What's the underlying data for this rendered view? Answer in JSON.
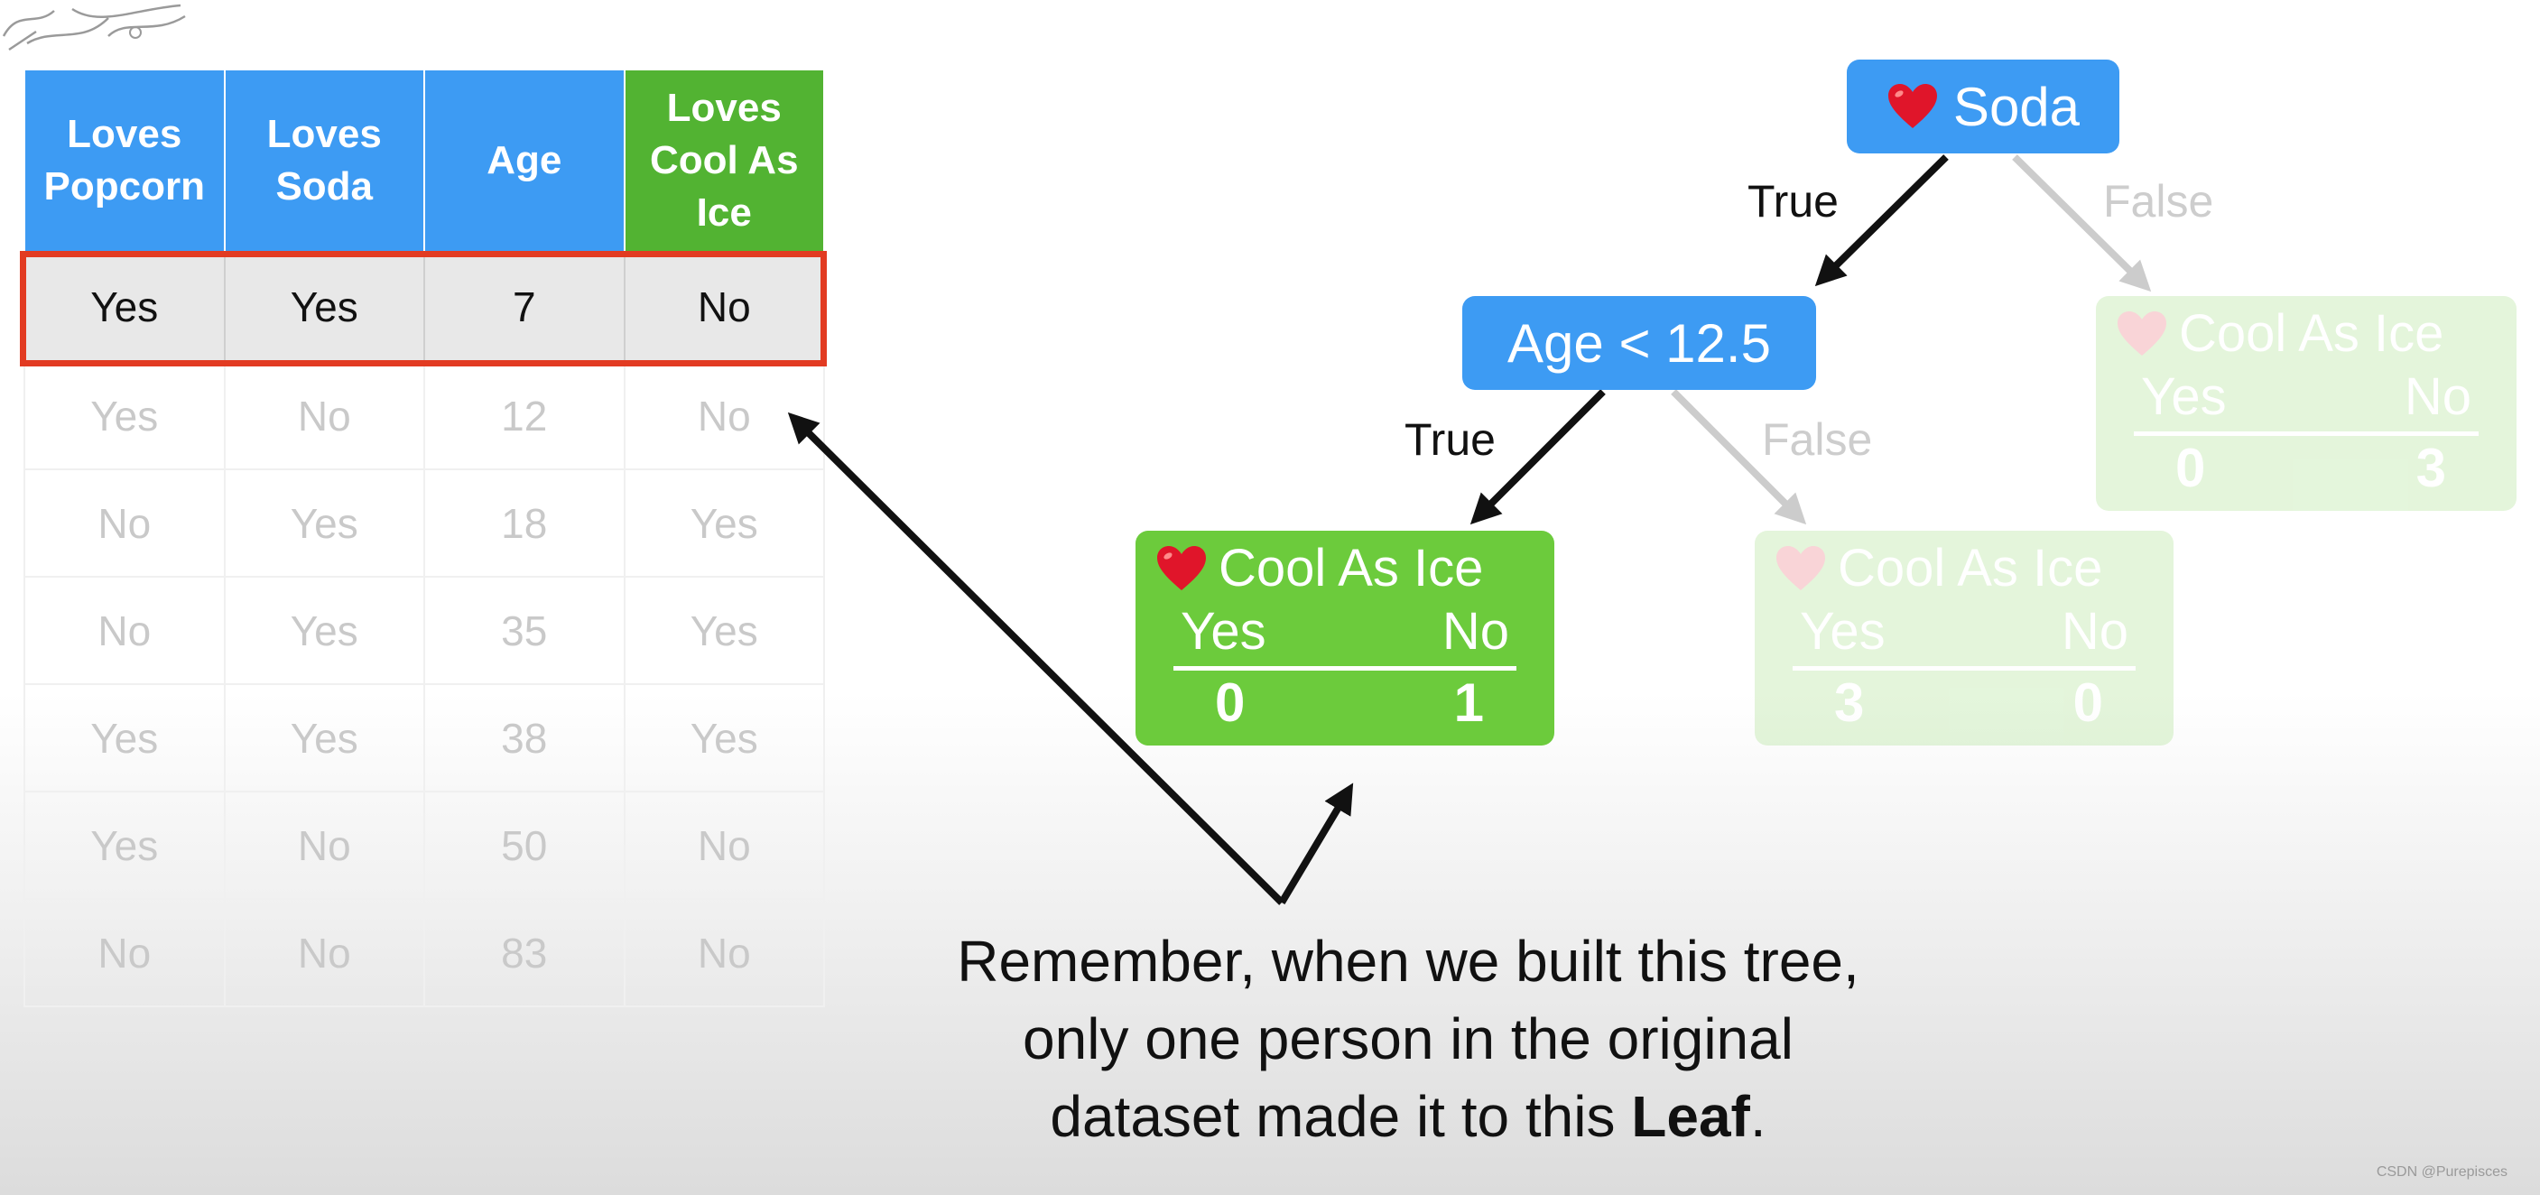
{
  "table": {
    "columns": [
      "Loves Popcorn",
      "Loves Soda",
      "Age",
      "Loves Cool As Ice"
    ],
    "rows": [
      [
        "Yes",
        "Yes",
        "7",
        "No"
      ],
      [
        "Yes",
        "No",
        "12",
        "No"
      ],
      [
        "No",
        "Yes",
        "18",
        "Yes"
      ],
      [
        "No",
        "Yes",
        "35",
        "Yes"
      ],
      [
        "Yes",
        "Yes",
        "38",
        "Yes"
      ],
      [
        "Yes",
        "No",
        "50",
        "No"
      ],
      [
        "No",
        "No",
        "83",
        "No"
      ]
    ],
    "highlighted_row": 0
  },
  "tree": {
    "root": {
      "label": "Soda",
      "icon": "heart-icon"
    },
    "root_true_label": "True",
    "root_false_label": "False",
    "age_node": {
      "label": "Age < 12.5"
    },
    "age_true_label": "True",
    "age_false_label": "False",
    "leaf_true": {
      "title": "Cool As Ice",
      "yes_label": "Yes",
      "no_label": "No",
      "yes_count": "0",
      "no_count": "1"
    },
    "leaf_age_false": {
      "title": "Cool As Ice",
      "yes_label": "Yes",
      "no_label": "No",
      "yes_count": "3",
      "no_count": "0"
    },
    "leaf_root_false": {
      "title": "Cool As Ice",
      "yes_label": "Yes",
      "no_label": "No",
      "yes_count": "0",
      "no_count": "3"
    }
  },
  "caption": {
    "line1": "Remember, when we built this tree,",
    "line2": "only one person in the original",
    "line3_prefix": "dataset made it to this ",
    "line3_bold": "Leaf",
    "line3_suffix": "."
  },
  "watermark": "CSDN @Purepisces",
  "colors": {
    "decision_blue": "#3d9bf3",
    "leaf_green": "#6ccb3c",
    "header_green": "#52b332",
    "highlight_red": "#e23b22"
  }
}
